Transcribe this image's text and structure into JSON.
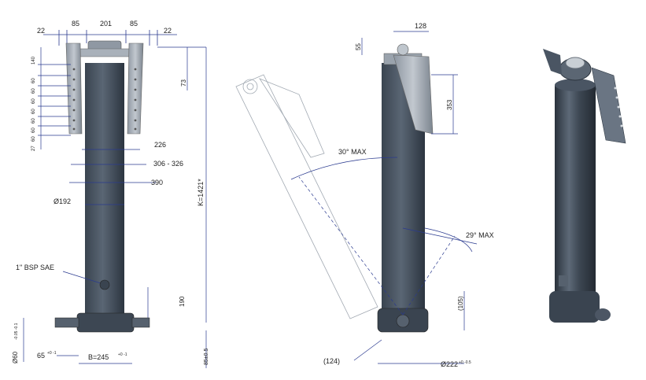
{
  "colors": {
    "steel": "#4d5866",
    "steel_dark": "#2f3944",
    "steel_light": "#8a95a3",
    "bracket": "#9aa3ad",
    "dim": "#2a3a8f",
    "text": "#222222"
  },
  "front_view": {
    "top_dims": [
      "22",
      "85",
      "201",
      "85",
      "22"
    ],
    "left_side_dims": [
      "140",
      "60",
      "60",
      "60",
      "60",
      "60",
      "60",
      "60",
      "27"
    ],
    "right_top_dim": "73",
    "d226": "226",
    "d306": "306 - 326",
    "d390": "390",
    "diameter": "Ø192",
    "length": "K=1421*",
    "port_label": "1\" BSP SAE",
    "d190": "190",
    "bottom_left_dim": "Ø60",
    "bottom_left_tol": "-0.05 -0.1",
    "d65": "65",
    "d65_tol": "+0 -1",
    "b_dim": "B=245",
    "b_tol": "+0 -1",
    "d85": "85±0.5"
  },
  "side_view": {
    "d128": "128",
    "d55": "55",
    "d353": "353",
    "angle_max_1": "30° MAX",
    "angle_max_2": "29° MAX",
    "d105": "(105)",
    "d124": "(124)",
    "diameter_bottom": "Ø222",
    "diameter_bottom_tol": "+0 -0.5"
  }
}
